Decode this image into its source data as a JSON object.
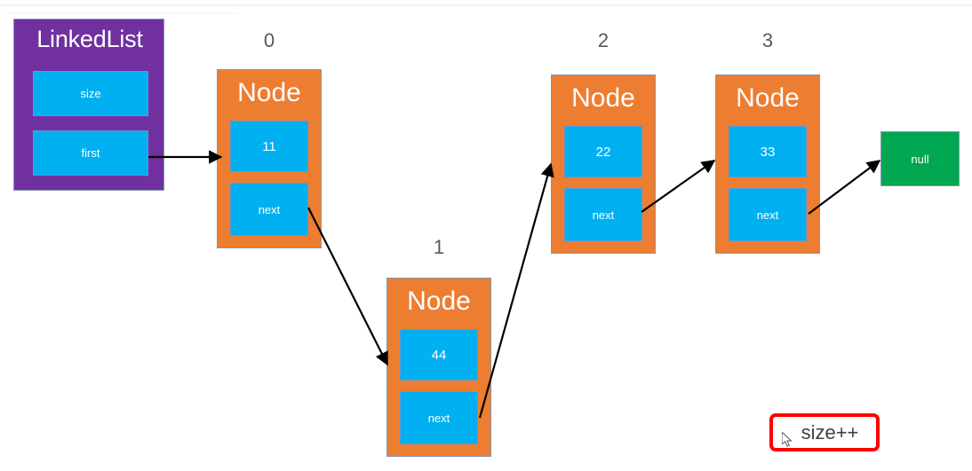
{
  "diagram": {
    "title_label": "LinkedList",
    "linked_list": {
      "name": "LinkedList",
      "fields": [
        {
          "label": "size"
        },
        {
          "label": "first"
        }
      ]
    },
    "nodes": [
      {
        "index_label": "0",
        "type_label": "Node",
        "value": "11",
        "next_label": "next"
      },
      {
        "index_label": "1",
        "type_label": "Node",
        "value": "44",
        "next_label": "next"
      },
      {
        "index_label": "2",
        "type_label": "Node",
        "value": "22",
        "next_label": "next"
      },
      {
        "index_label": "3",
        "type_label": "Node",
        "value": "33",
        "next_label": "next"
      }
    ],
    "terminator": {
      "label": "null"
    },
    "callout": {
      "label": "size++"
    },
    "cursor": {
      "name": "mouse-pointer"
    },
    "colors": {
      "linked_list_fill": "#7030A0",
      "node_fill": "#ED7D31",
      "cell_fill": "#00B0F0",
      "null_fill": "#00A650",
      "callout_border": "#FF0000",
      "callout_text": "#404040",
      "index_label": "#595959",
      "arrow": "#000000",
      "background": "#FFFFFF"
    }
  }
}
